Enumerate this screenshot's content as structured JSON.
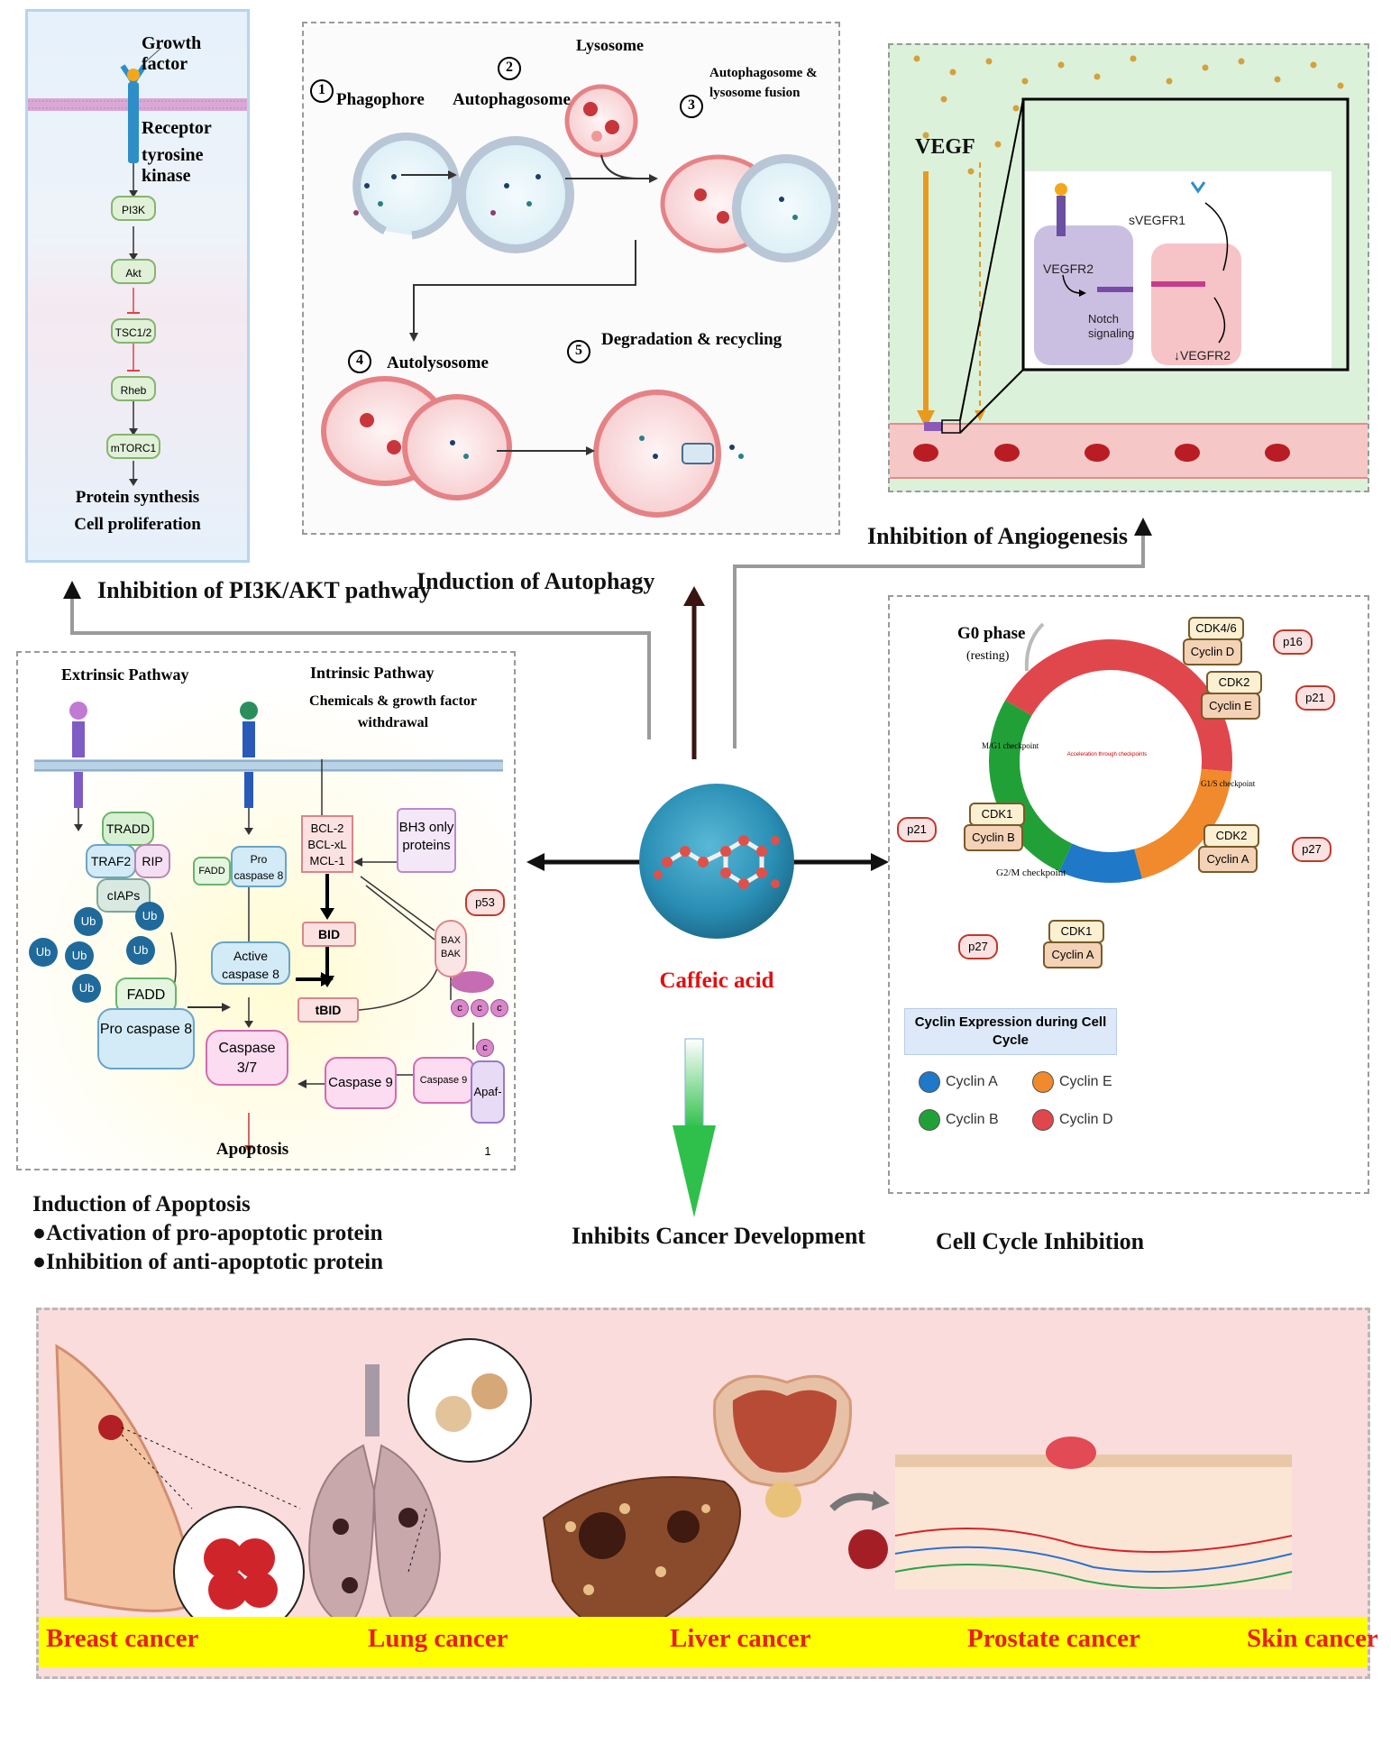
{
  "pi3k_panel": {
    "growth_factor": "Growth factor",
    "receptor_line1": "Receptor",
    "receptor_line2": "tyrosine kinase",
    "nodes": [
      "PI3K",
      "Akt",
      "TSC1/2",
      "Rheb",
      "mTORC1"
    ],
    "output_line1": "Protein synthesis",
    "output_line2": "Cell proliferation",
    "caption": "Inhibition of PI3K/AKT pathway"
  },
  "autophagy_panel": {
    "steps": [
      {
        "num": "1",
        "label": "Phagophore"
      },
      {
        "num": "2",
        "label": "Autophagosome"
      },
      {
        "num": "3",
        "label": "Autophagosome & lysosome fusion"
      },
      {
        "num": "4",
        "label": "Autolysosome"
      },
      {
        "num": "5",
        "label": "Degradation & recycling"
      }
    ],
    "lysosome": "Lysosome",
    "caption": "Induction of Autophagy"
  },
  "angio_panel": {
    "vegf": "VEGF",
    "vegfr2": "VEGFR2",
    "svegfr1": "sVEGFR1",
    "notch": "Notch signaling",
    "down_vegfr2": "↓VEGFR2",
    "caption": "Inhibition of Angiogenesis"
  },
  "apoptosis_panel": {
    "extrinsic": "Extrinsic Pathway",
    "intrinsic": "Intrinsic Pathway",
    "chemicals": "Chemicals & growth factor withdrawal",
    "tradd": "TRADD",
    "traf2": "TRAF2",
    "rip": "RIP",
    "ciaps": "cIAPs",
    "ub": "Ub",
    "fadd": "FADD",
    "pro_caspase8": "Pro caspase 8",
    "active_caspase8": "Active caspase 8",
    "bcl": "BCL-2 BCL-xL MCL-1",
    "bh3": "BH3 only proteins",
    "p53": "p53",
    "bid": "BID",
    "tbid": "tBID",
    "bax": "BAX BAK",
    "c": "c",
    "caspase37": "Caspase 3/7",
    "caspase9": "Caspase 9",
    "apaf": "Apaf-1",
    "apoptosis": "Apoptosis",
    "caption_title": "Induction of Apoptosis",
    "caption_bullets": [
      "Activation of pro-apoptotic protein",
      "Inhibition of anti-apoptotic protein"
    ]
  },
  "center": {
    "compound": "Caffeic acid",
    "inhibits": "Inhibits Cancer Development"
  },
  "cell_cycle_panel": {
    "g0": "G0 phase",
    "resting": "(resting)",
    "mg1": "M/G1 checkpoint",
    "g1s": "G1/S checkpoint",
    "g2m": "G2/M checkpoint",
    "accel": "Acceleration through checkpoints",
    "complexes": [
      {
        "cdk": "CDK4/6",
        "cyclin": "Cyclin D",
        "inhibitor": "p16"
      },
      {
        "cdk": "CDK2",
        "cyclin": "Cyclin E",
        "inhibitor": "p21"
      },
      {
        "cdk": "CDK1",
        "cyclin": "Cyclin B",
        "inhibitor": "p21"
      },
      {
        "cdk": "CDK2",
        "cyclin": "Cyclin A",
        "inhibitor": "p27"
      },
      {
        "cdk": "CDK1",
        "cyclin": "Cyclin A",
        "inhibitor": "p27"
      }
    ],
    "legend_title": "Cyclin Expression during Cell Cycle",
    "legend": [
      {
        "label": "Cyclin A",
        "color": "#1f78c8"
      },
      {
        "label": "Cyclin E",
        "color": "#f08a2c"
      },
      {
        "label": "Cyclin B",
        "color": "#22a038"
      },
      {
        "label": "Cyclin D",
        "color": "#e0474c"
      }
    ],
    "caption": "Cell Cycle Inhibition"
  },
  "cancers": [
    "Breast cancer",
    "Lung cancer",
    "Liver cancer",
    "Prostate cancer",
    "Skin cancer"
  ],
  "colors": {
    "cancer_label": "#e8201a",
    "cancer_bar": "#ffff00",
    "compound": "#e01010"
  }
}
